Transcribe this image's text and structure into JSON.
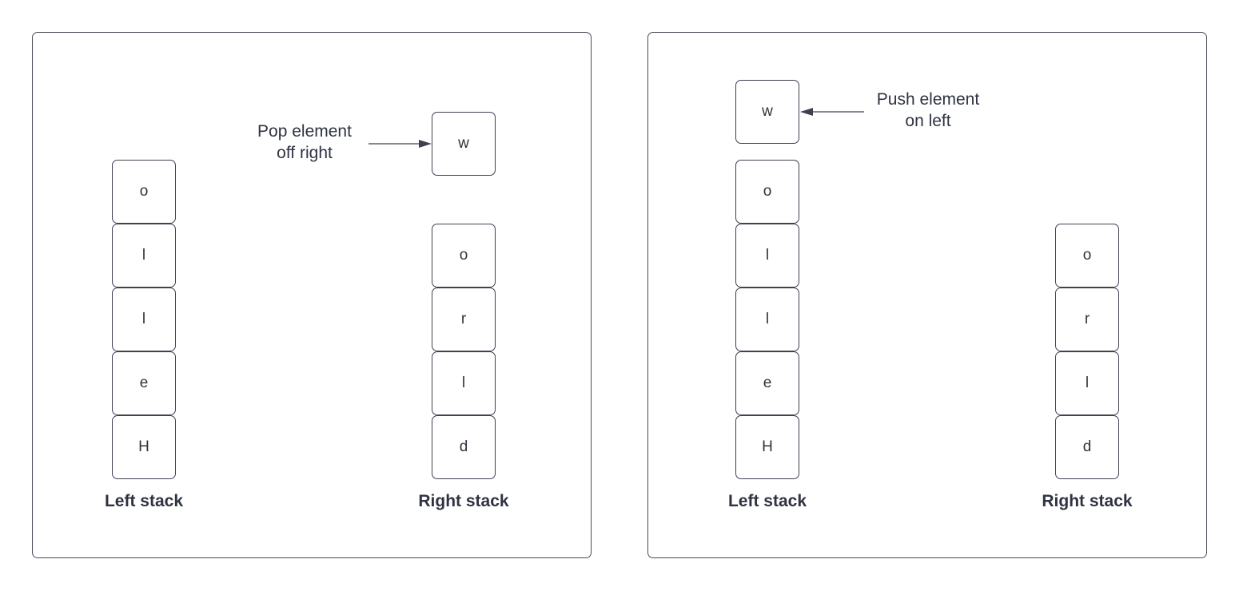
{
  "panels": [
    {
      "left_stack": {
        "label": "Left stack",
        "cells": [
          "o",
          "l",
          "l",
          "e",
          "H"
        ]
      },
      "right_stack": {
        "label": "Right stack",
        "cells": [
          "o",
          "r",
          "l",
          "d"
        ]
      },
      "moving_element": "w",
      "annotation": {
        "line1": "Pop element",
        "line2": "off right"
      }
    },
    {
      "left_stack": {
        "label": "Left stack",
        "cells": [
          "w",
          "o",
          "l",
          "l",
          "e",
          "H"
        ]
      },
      "right_stack": {
        "label": "Right stack",
        "cells": [
          "o",
          "r",
          "l",
          "d"
        ]
      },
      "annotation": {
        "line1": "Push element",
        "line2": "on left"
      }
    }
  ],
  "colors": {
    "border": "#3d4150",
    "text": "#2f3341",
    "background": "#ffffff"
  }
}
